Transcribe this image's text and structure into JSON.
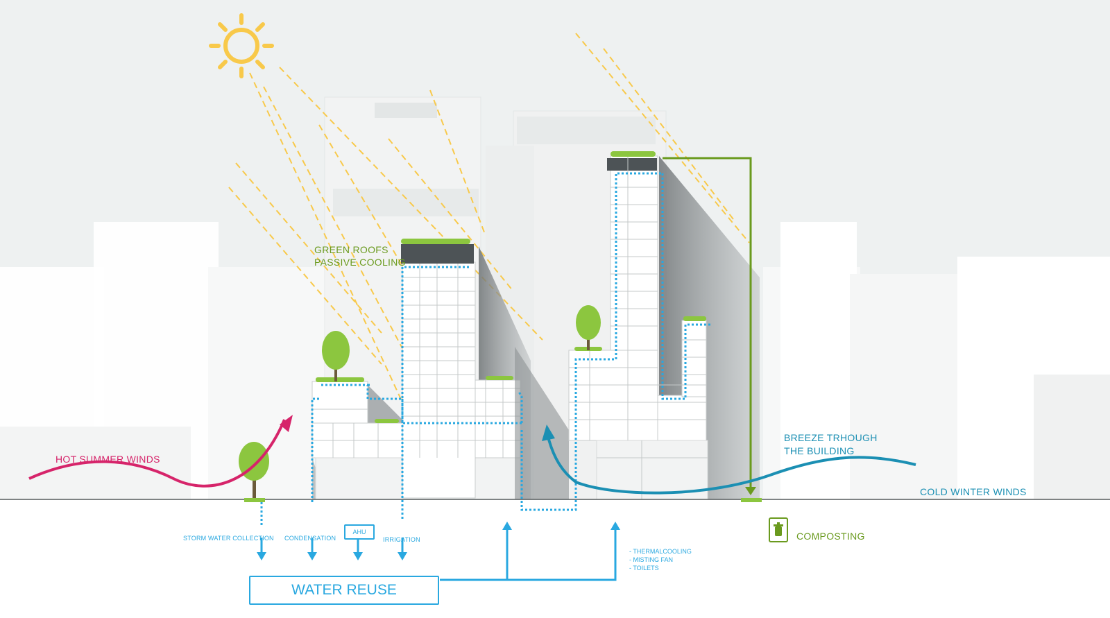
{
  "labels": {
    "green_roofs": "GREEN ROOFS",
    "passive_cooling": "PASSIVE COOLING",
    "hot_summer_winds": "HOT SUMMER WINDS",
    "breeze_line1": "BREEZE TRHOUGH",
    "breeze_line2": "THE BUILDING",
    "cold_winter_winds": "COLD WINTER WINDS",
    "composting": "COMPOSTING",
    "storm_water": "STORM WATER COLLECTION",
    "condensation": "CONDENSATION",
    "ahu": "AHU",
    "irrigation": "IRRIGATION",
    "water_reuse": "WATER REUSE",
    "uses": [
      "- THERMALCOOLING",
      "- MISTING FAN",
      "- TOILETS"
    ]
  },
  "colors": {
    "sun": "#f8c94a",
    "green": "#6a9a1e",
    "water": "#29a8e0",
    "hot_wind": "#d6246a",
    "cold_wind": "#1b8fb3",
    "tree": "#8cc63f"
  },
  "icons": [
    "sun-icon",
    "compost-bin-icon",
    "tree-icon"
  ]
}
